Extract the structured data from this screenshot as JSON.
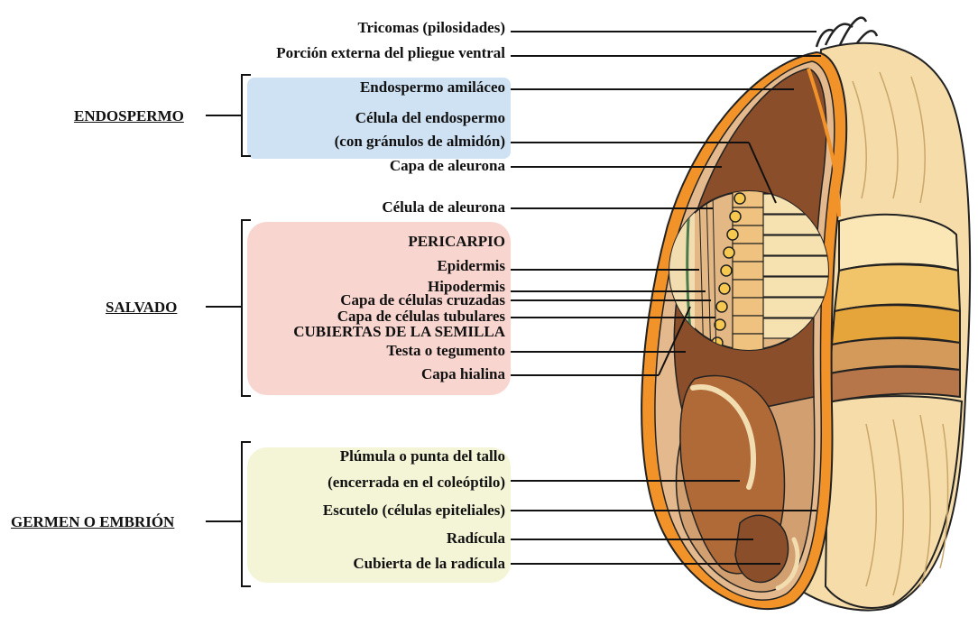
{
  "sections": {
    "endospermo": "ENDOSPERMO",
    "salvado": "SALVADO",
    "germen": "GERMEN O EMBRIÓN"
  },
  "labels": {
    "tricomas": "Tricomas (pilosidades)",
    "porcion": "Porción externa del pliegue ventral",
    "endospermo_amilaceo": "Endospermo amiláceo",
    "celula_endospermo_1": "Célula del endospermo",
    "celula_endospermo_2": "(con gránulos de almidón)",
    "capa_aleurona": "Capa de aleurona",
    "celula_aleurona": "Célula de aleurona",
    "pericarpio": "PERICARPIO",
    "epidermis": "Epidermis",
    "hipodermis": "Hipodermis",
    "cruzadas": "Capa de células cruzadas",
    "tubulares": "Capa de células tubulares",
    "cubiertas": "CUBIERTAS DE LA SEMILLA",
    "testa": "Testa o tegumento",
    "hialina": "Capa hialina",
    "plumula_1": "Plúmula o punta del tallo",
    "plumula_2": "(encerrada en el coleóptilo)",
    "escutelo": "Escutelo (células epiteliales)",
    "radicula": "Radícula",
    "cubierta_radicula": "Cubierta de la radícula"
  },
  "colors": {
    "endospermo_box": "#cfe2f3",
    "salvado_box": "#f8d5cf",
    "germen_box": "#f4f4d6",
    "outer_orange": "#f2932a",
    "endosperm_brown": "#8a4e2b",
    "husk_cream": "#f6dca8",
    "germ_tan": "#d2a070"
  }
}
